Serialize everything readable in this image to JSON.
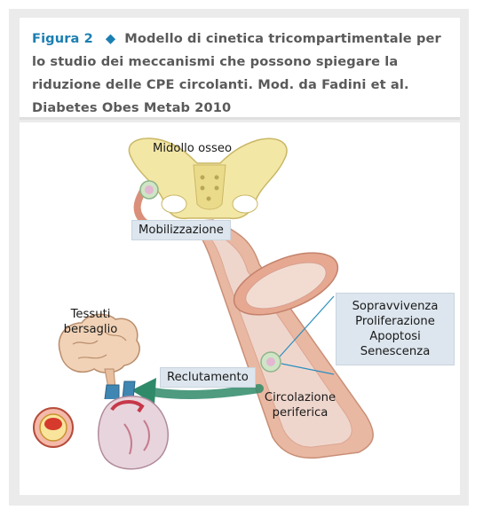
{
  "caption": {
    "figure_number": "Figura 2",
    "title": "Modello di cinetica tricompartimentale per lo studio dei meccanismi che possono spiegare la riduzione delle CPE circolanti. Mod. da Fadini et al. Diabetes Obes Metab 2010"
  },
  "diagram": {
    "label_bone_marrow": "Midollo osseo",
    "label_mobilization": "Mobilizzazione",
    "label_target_tissues": "Tessuti bersaglio",
    "label_recruitment": "Reclutamento",
    "label_circulation": "Circolazione periferica",
    "label_fates": [
      "Sopravvivenza",
      "Proliferazione",
      "Apoptosi",
      "Senescenza"
    ]
  },
  "colors": {
    "accent": "#1b7fb1",
    "label_box": "#dde6ee",
    "vessel_outer": "#e9b8a2",
    "vessel_lumen": "#efd6cc",
    "bone": "#f3e7a6",
    "arrow": "#2f8a6a"
  },
  "icons": [
    "diamond-icon",
    "pelvis-illustration",
    "brain-illustration",
    "heart-illustration",
    "artery-cross-section-illustration",
    "blood-vessel-illustration",
    "progenitor-cell-illustration"
  ]
}
